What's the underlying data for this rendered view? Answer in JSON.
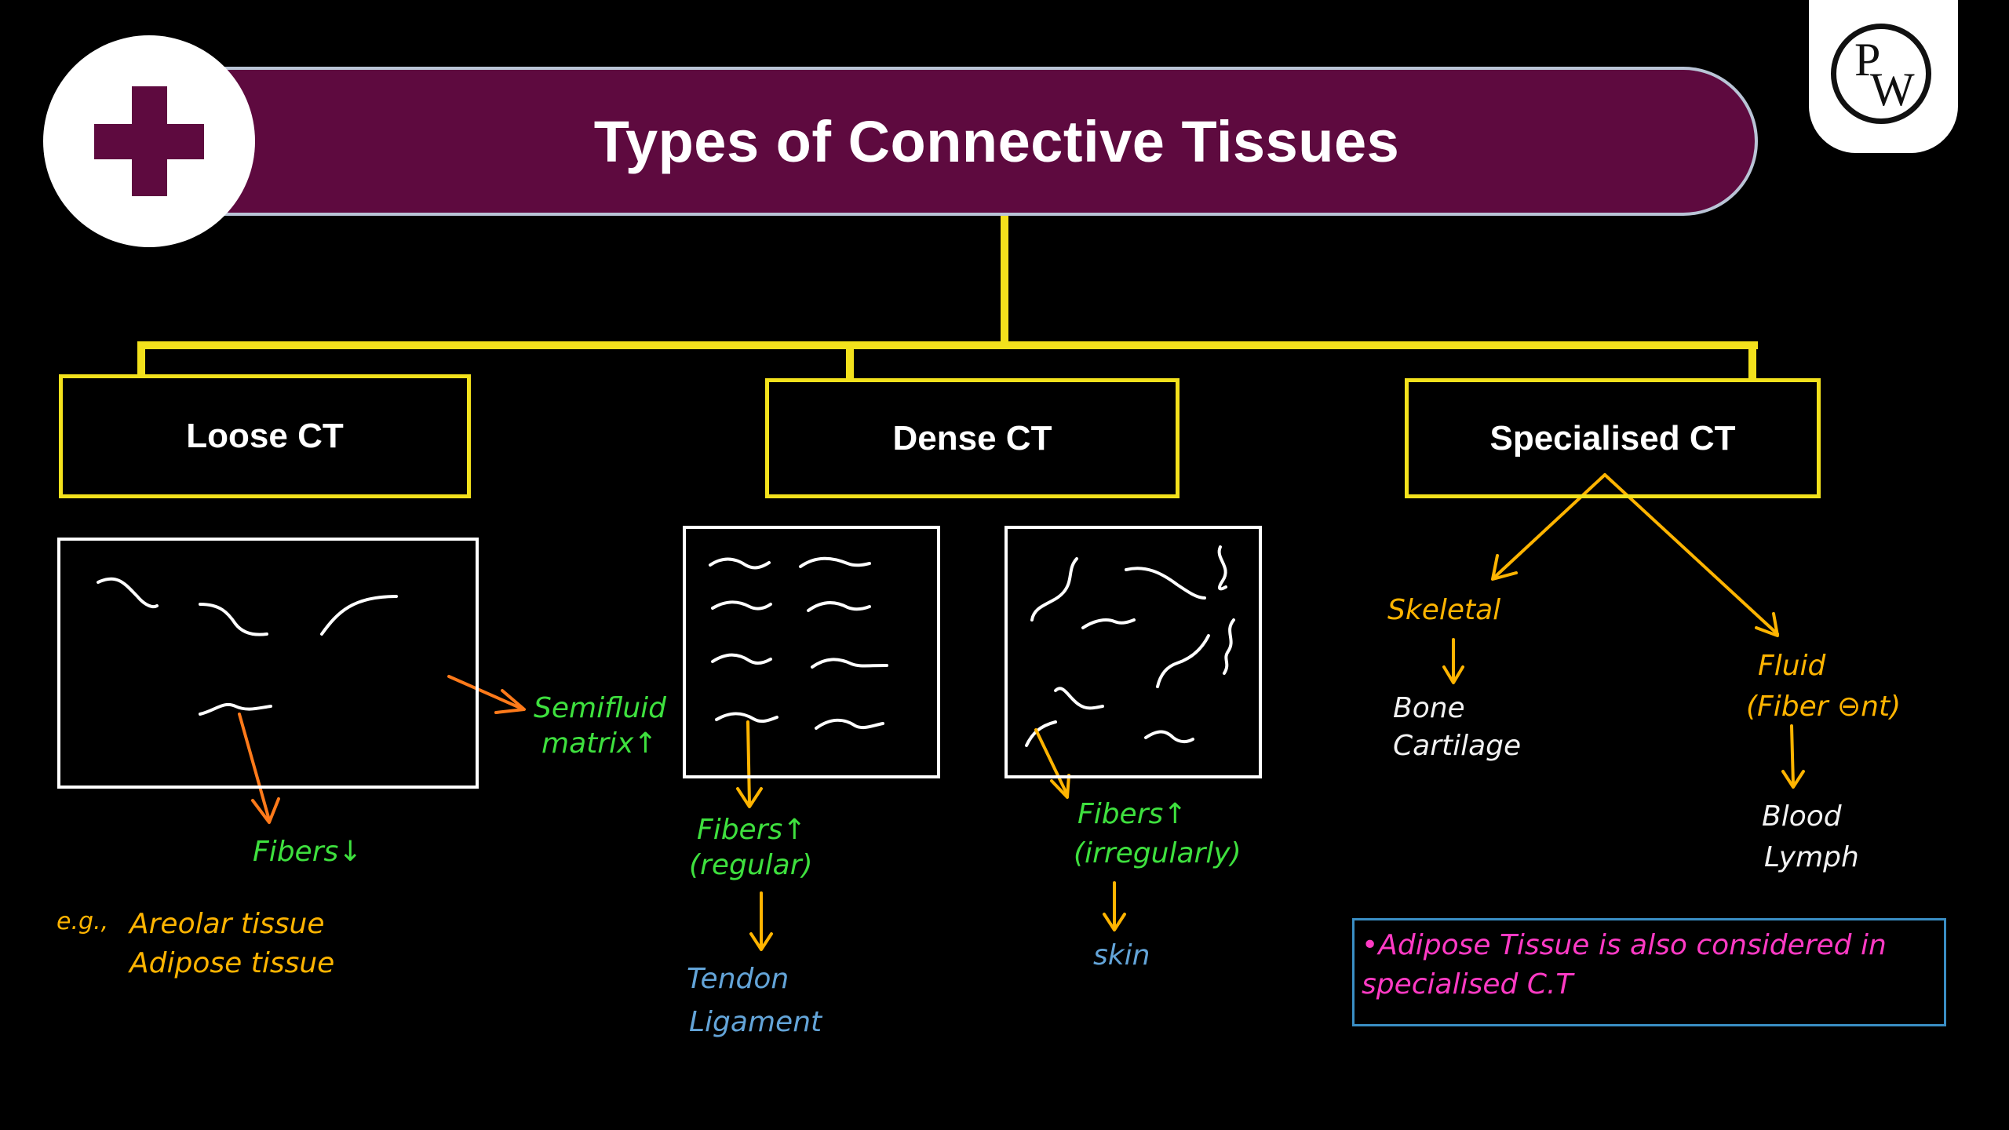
{
  "header": {
    "title": "Types of Connective Tissues"
  },
  "logo": {
    "p": "P",
    "w": "W"
  },
  "colors": {
    "banner": "#5e0a3f",
    "connector": "#f3e11c",
    "annotation_green": "#3ee03e",
    "annotation_orange": "#ffb400",
    "annotation_blue": "#63a4d8",
    "annotation_pink": "#ff3ac4"
  },
  "categories": [
    {
      "label": "Loose CT"
    },
    {
      "label": "Dense CT"
    },
    {
      "label": "Specialised CT"
    }
  ],
  "loose": {
    "matrix_label_1": "Semifluid",
    "matrix_label_2": "matrix↑",
    "fibers": "Fibers↓",
    "example_prefix": "e.g.,",
    "example_1": "Areolar tissue",
    "example_2": "Adipose tissue"
  },
  "dense_regular": {
    "fibers": "Fibers↑",
    "note": "(regular)",
    "example_1": "Tendon",
    "example_2": "Ligament"
  },
  "dense_irregular": {
    "fibers": "Fibers↑",
    "note": "(irregularly)",
    "example_1": "skin"
  },
  "specialised": {
    "skeletal": "Skeletal",
    "skeletal_ex_1": "Bone",
    "skeletal_ex_2": "Cartilage",
    "fluid": "Fluid",
    "fluid_note": "(Fiber ⊖nt)",
    "fluid_ex_1": "Blood",
    "fluid_ex_2": "Lymph"
  },
  "note": {
    "text": "•Adipose Tissue is also considered in specialised C.T"
  }
}
